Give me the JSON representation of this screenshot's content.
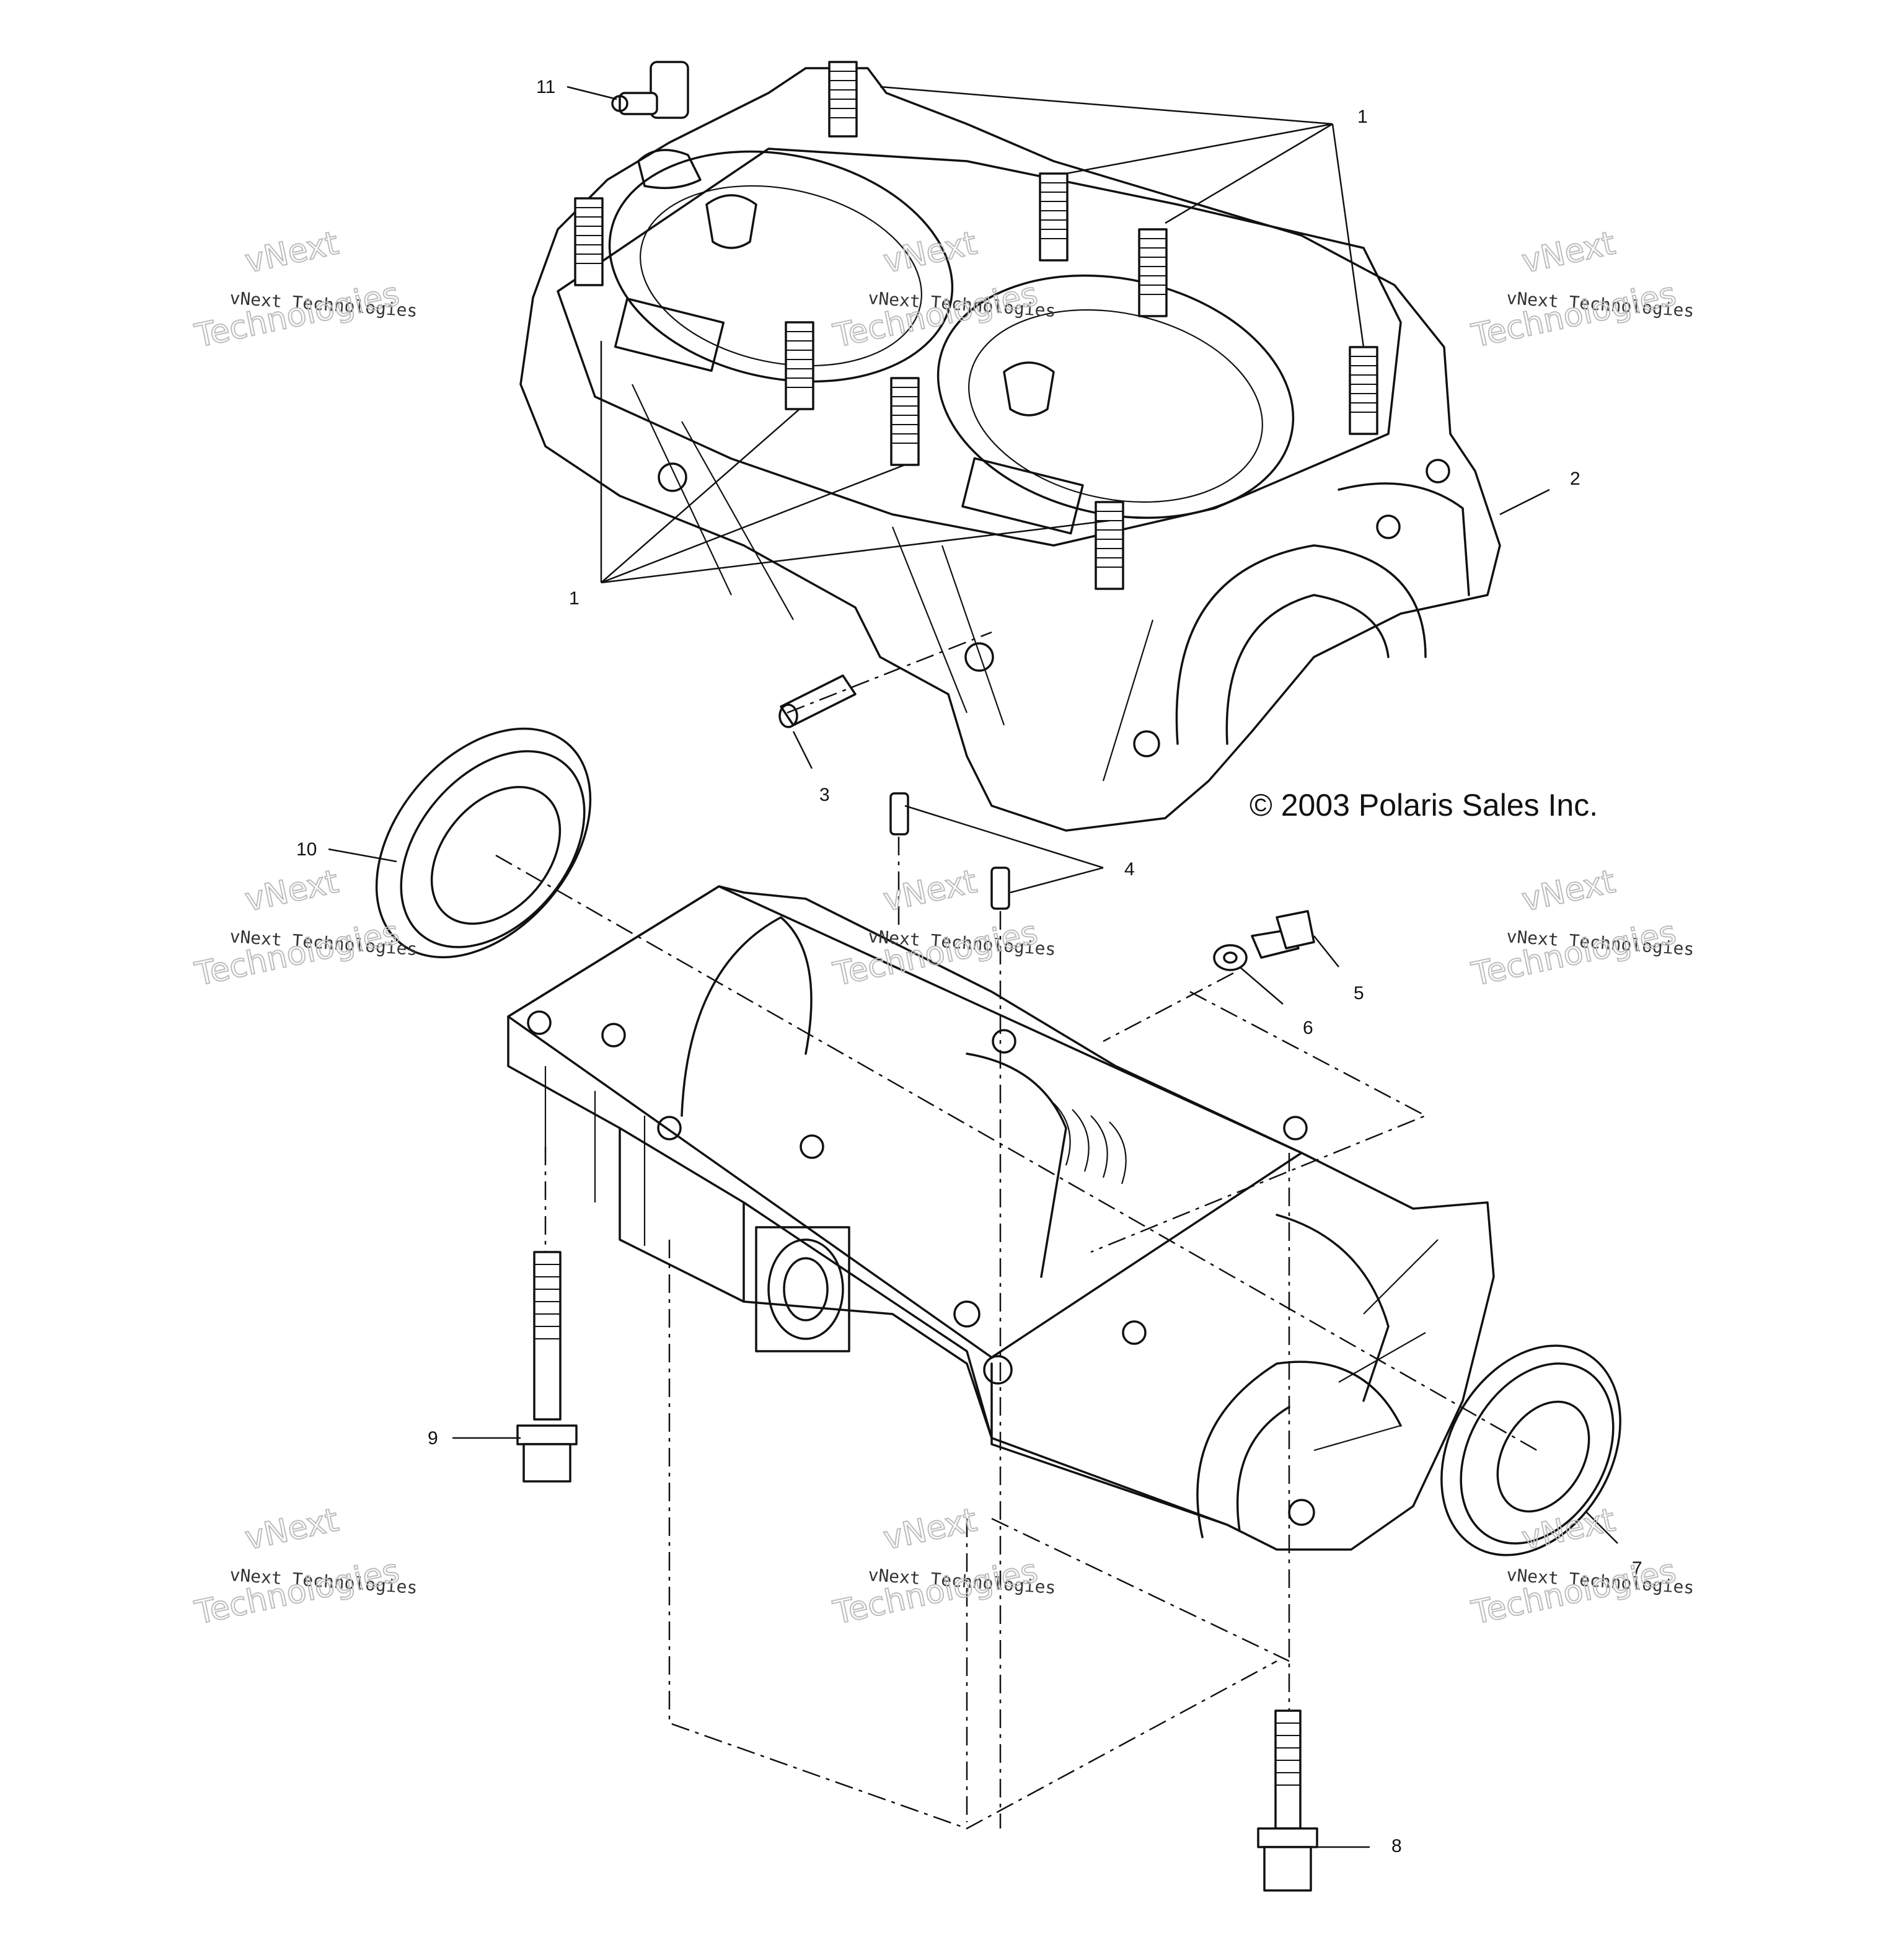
{
  "callouts": [
    "1",
    "1",
    "2",
    "3",
    "4",
    "5",
    "6",
    "7",
    "8",
    "9",
    "10",
    "11"
  ],
  "copyright": "© 2003 Polaris Sales Inc.",
  "watermark": {
    "line1": "vNext",
    "line2": "vNext Technologies",
    "line3": "Technologies"
  }
}
